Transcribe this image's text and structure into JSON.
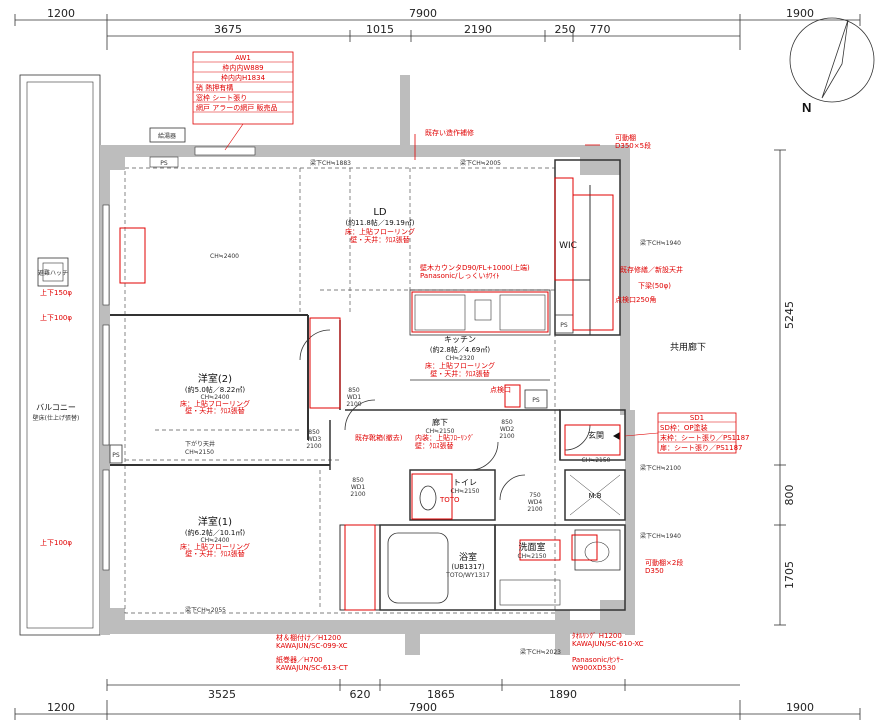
{
  "dimensions": {
    "top_total": [
      "1200",
      "7900",
      "1900"
    ],
    "top_sub": [
      "3675",
      "1015",
      "2190",
      "250",
      "770"
    ],
    "bottom_sub": [
      "3525",
      "620",
      "1865",
      "1890"
    ],
    "bottom_total": [
      "1200",
      "7900",
      "1900"
    ],
    "right": [
      "5245",
      "800",
      "1705"
    ]
  },
  "north": "N",
  "table_aw1": {
    "title": "AW1",
    "rows": [
      "枠内内W889",
      "枠内内H1834",
      "硝 熱押有構",
      "窓枠 シート張り",
      "網戸 アラーの網戸 販売品"
    ]
  },
  "table_sd1": {
    "title": "SD1",
    "rows": [
      "SD枠：OP塗装",
      "末枠：シート張り／PS1187",
      "扉：シート張り／PS1187"
    ]
  },
  "rooms": {
    "ld": {
      "name": "LD",
      "area": "(約11.8帖／19.19㎡)",
      "finish1": "床：上貼フローリング",
      "finish2": "壁・天井：ｸﾛｽ張替",
      "ch": "CH≒2400"
    },
    "kitchen": {
      "name": "キッチン",
      "area": "(約2.8帖／4.69㎡)",
      "finish1": "床：上貼フローリング",
      "finish2": "壁・天井：ｸﾛｽ張替",
      "ch": "CH≒2320"
    },
    "western2": {
      "name": "洋室(2)",
      "area": "(約5.0帖／8.22㎡)",
      "finish1": "床：上貼フローリング",
      "finish2": "壁・天井：ｸﾛｽ張替",
      "ch": "CH≒2400"
    },
    "western1": {
      "name": "洋室(1)",
      "area": "(約6.2帖／10.1㎡)",
      "finish1": "床：上貼フローリング",
      "finish2": "壁・天井：ｸﾛｽ張替",
      "ch": "CH≒2400"
    },
    "corridor": {
      "name": "廊下",
      "ch": "CH≒2150"
    },
    "entrance": {
      "name": "玄関",
      "ch": "CH≒2150"
    },
    "toilet": {
      "name": "トイレ",
      "ch": "CH≒2150"
    },
    "bath": {
      "name": "浴室",
      "model": "(UB1317)",
      "maker": "TOTO/WY1317"
    },
    "washroom": {
      "name": "洗面室",
      "ch": "CH≒2150"
    },
    "wic": {
      "name": "WIC"
    },
    "balcony": {
      "name": "バルコニー"
    },
    "common": {
      "name": "共用廊下"
    },
    "mb": {
      "name": "M.B"
    },
    "ps": "PS",
    "kyutoki": "給湯器",
    "hatch": "避難ハッチ"
  },
  "doors": {
    "d1": [
      "850",
      "WD1",
      "2100"
    ],
    "d2": [
      "850",
      "WD1",
      "2100"
    ],
    "d3": [
      "850",
      "WD2",
      "2100"
    ],
    "d4": [
      "850",
      "WD3",
      "2100"
    ],
    "d5": [
      "750",
      "WD4",
      "2100"
    ]
  },
  "notes": {
    "kitchen_counter": "壁木カウンタD90/FL+1000(上端)",
    "panasonic": "Panasonic/しっくいﾎﾜｲﾄ",
    "kakko": "既存修繕／新設天井",
    "tenken": "点検口250角",
    "shoe": "既存靴箱(撤去)",
    "toto": "TOTO",
    "tenkenguchi": "点検口",
    "naiso": "内装：上貼ﾌﾛｰﾘﾝｸﾞ",
    "wall_finish": "壁：ｸﾛｽ張替",
    "mirror": "Panasonic/ｾﾝｻｰ",
    "mirror2": "W900XD530",
    "shelf": "可動棚×2段",
    "shelf2": "D350",
    "sd_top": "可動棚",
    "sd_top2": "D350×5段",
    "bottom_note1": "材＆棚付け／H1200",
    "bottom_note2": "KAWAJUN/SC-099-XC",
    "bottom_note3": "紙巻器／H700",
    "bottom_note4": "KAWAJUN/SC-613-CT",
    "bottom_note5": "ﾀｵﾙﾘﾝｸﾞ H1200",
    "bottom_note6": "KAWAJUN/SC-610-XC",
    "top_note": "既存い造作補修",
    "ue_label1": "上下150φ",
    "ue_label2": "上下100φ",
    "ue_label3": "上下100φ",
    "ue_dia": "下梁(50φ)",
    "renovation": "壁床(仕上げ張替)",
    "hashiru": "梁下CH≒1883",
    "hashiru2": "梁下CH≒2005",
    "hashiru3": "梁下CH≒1940",
    "hashiru4": "梁下CH≒1940",
    "hashiru5": "梁下CH≒2100",
    "hashiru6": "梁下CH≒2023",
    "hashiru7": "梁下CH≒2055",
    "hashiru8": "下がり天井",
    "hashiru9": "CH≒2150"
  }
}
